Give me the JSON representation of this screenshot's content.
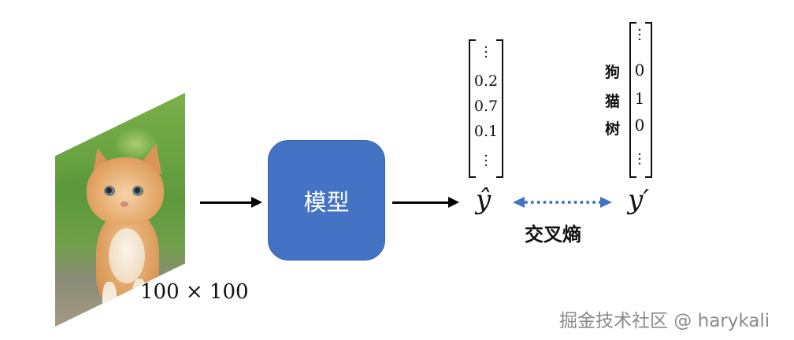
{
  "input": {
    "size_label": "100 × 100"
  },
  "model": {
    "label": "模型"
  },
  "prediction": {
    "symbol": "ŷ",
    "values": [
      "0.2",
      "0.7",
      "0.1"
    ]
  },
  "target": {
    "symbol": "y′",
    "classes": [
      "狗",
      "猫",
      "树"
    ],
    "values": [
      "0",
      "1",
      "0"
    ]
  },
  "loss": {
    "label": "交叉熵",
    "arrow_color": "#4472c4"
  },
  "colors": {
    "model_box": "#4472c4",
    "model_text": "#ffffff"
  },
  "watermark": "掘金技术社区 @ harykali"
}
